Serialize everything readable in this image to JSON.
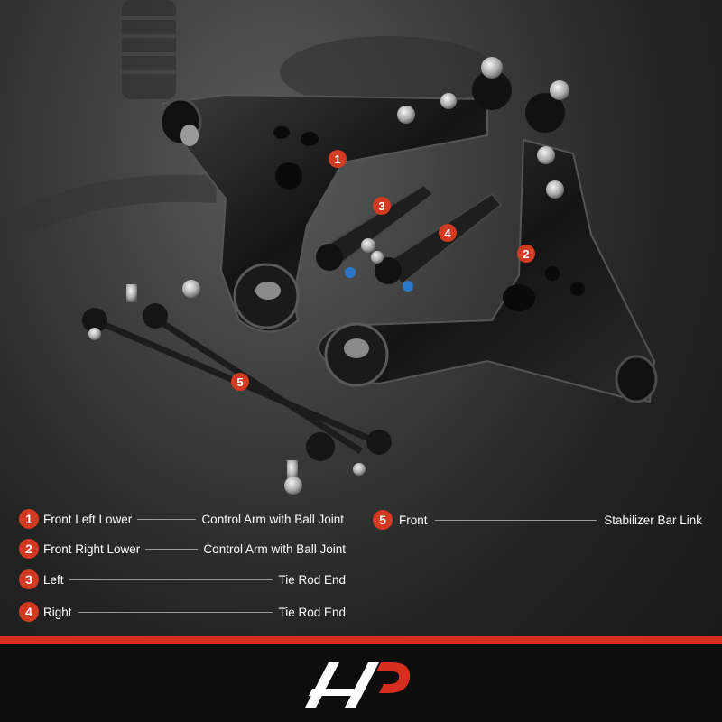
{
  "callouts": [
    "1",
    "2",
    "3",
    "4",
    "5"
  ],
  "legend": [
    {
      "num": "1",
      "left": "Front Left Lower",
      "right": "Control Arm with Ball Joint"
    },
    {
      "num": "2",
      "left": "Front Right Lower",
      "right": "Control Arm with Ball Joint"
    },
    {
      "num": "3",
      "left": "Left",
      "right": "Tie Rod End"
    },
    {
      "num": "4",
      "left": "Right",
      "right": "Tie Rod End"
    },
    {
      "num": "5",
      "left": "Front",
      "right": "Stabilizer Bar Link"
    }
  ],
  "colors": {
    "accent": "#d23a22",
    "band": "#d62e1f",
    "text": "#ffffff"
  },
  "logo": "a-premium-logo"
}
